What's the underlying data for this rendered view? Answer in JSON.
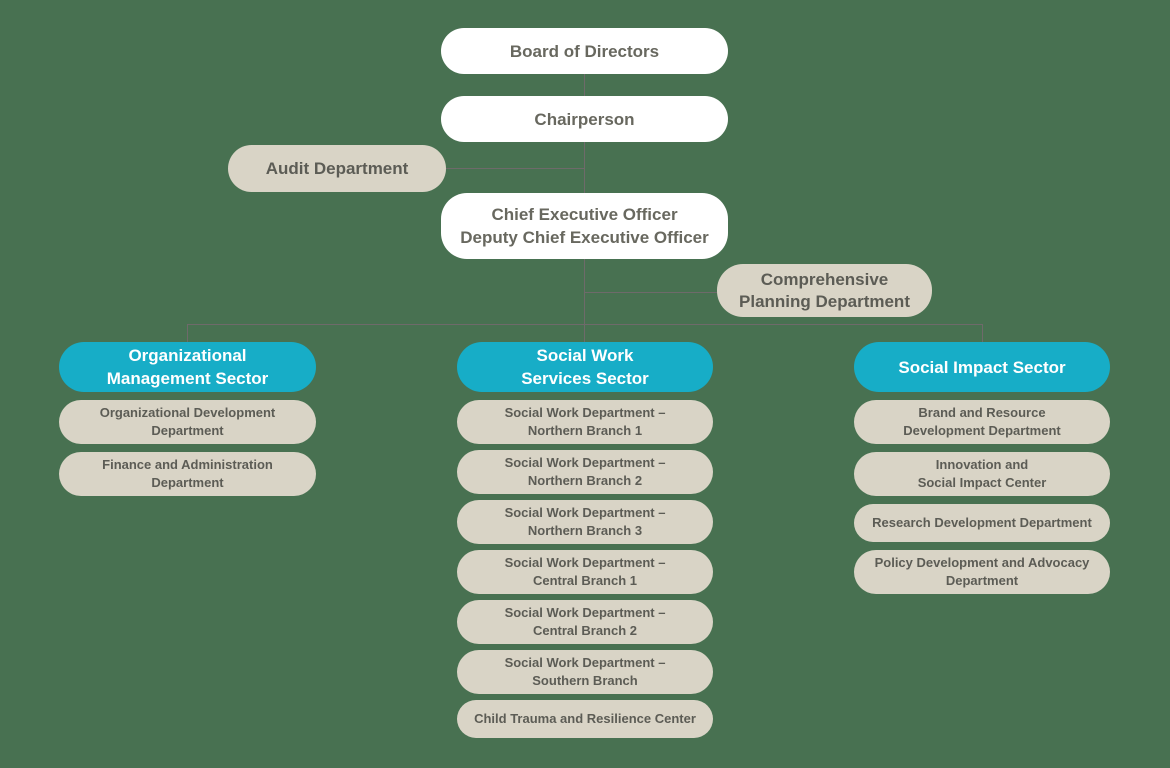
{
  "colors": {
    "background": "#487151",
    "teal_sector": "#17adc7",
    "tan_pill": "#d9d4c6",
    "white_pill": "#ffffff",
    "dark_text": "#5c5c55",
    "connector_line": "#6e6a6a"
  },
  "chart": {
    "board": {
      "label": "Board of Directors"
    },
    "chairperson": {
      "label": "Chairperson"
    },
    "audit": {
      "label": "Audit Department"
    },
    "ceo": {
      "label": "Chief Executive Officer\nDeputy Chief Executive Officer"
    },
    "planning": {
      "label": "Comprehensive\nPlanning Department"
    },
    "sectors": [
      {
        "label": "Organizational\nManagement Sector",
        "departments": [
          {
            "label": "Organizational Development\nDepartment"
          },
          {
            "label": "Finance and Administration\nDepartment"
          }
        ]
      },
      {
        "label": "Social Work\nServices Sector",
        "departments": [
          {
            "label": "Social Work Department –\nNorthern Branch 1"
          },
          {
            "label": "Social Work Department –\nNorthern Branch 2"
          },
          {
            "label": "Social Work Department –\nNorthern Branch 3"
          },
          {
            "label": "Social Work Department –\nCentral Branch 1"
          },
          {
            "label": "Social Work Department –\nCentral Branch 2"
          },
          {
            "label": "Social Work Department –\nSouthern Branch"
          },
          {
            "label": "Child Trauma and Resilience Center"
          }
        ]
      },
      {
        "label": "Social Impact Sector",
        "departments": [
          {
            "label": "Brand and Resource\nDevelopment Department"
          },
          {
            "label": "Innovation and\nSocial Impact Center"
          },
          {
            "label": "Research Development Department"
          },
          {
            "label": "Policy Development and Advocacy\nDepartment"
          }
        ]
      }
    ]
  }
}
